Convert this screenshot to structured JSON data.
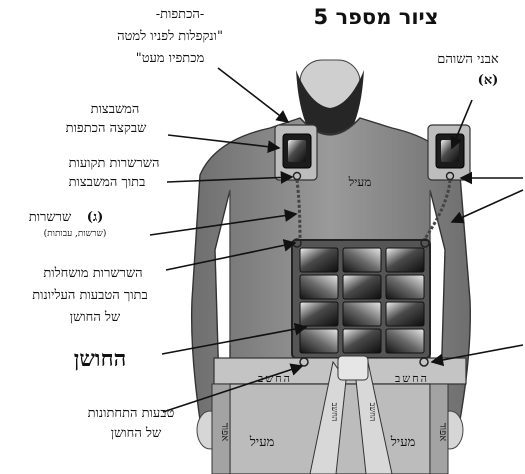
{
  "title": "ציור מספר 5",
  "labels": {
    "shoulders_title": "-הכתפות-",
    "shoulders_line1": "\"ונקפלות לפניו למטה",
    "shoulders_line2": "מכתפיו מעט\"",
    "settings_line1": "המשבצות",
    "settings_line2": "שבקצה הכתפות",
    "chains_fixed_line1": "השרשרות תקועות",
    "chains_fixed_line2": "בתוך המשבצות",
    "chains_letter": "(ג)",
    "chains_word": "שרשרות",
    "chains_sub": "(שרשות, עבותות)",
    "inserted_line1": "השרשרות מושחלות",
    "inserted_line2": "בתוך הטבעות העליונות",
    "inserted_line3": "של החושן",
    "hoshen": "החושן",
    "lower_rings_line1": "טבעות התחתונות",
    "lower_rings_line2": "של החושן",
    "onyx_line1": "אבני השוהם",
    "onyx_letter": "(א)"
  },
  "figure_text": {
    "meil_chest": "מעיל",
    "meil_left": "מעיל",
    "meil_right": "מעיל",
    "cheshev_left": "החשב",
    "cheshev_right": "החשב",
    "efod_left": "אפוד",
    "efod_right": "אפוד",
    "sash_1": "החשב",
    "sash_2": "החשב"
  },
  "colors": {
    "robe": "#8a8a8a",
    "robe_dark": "#5e5e5e",
    "skin": "#c9c9c9",
    "beard": "#2a2a2a",
    "apron": "#b8b8b8",
    "stone_frame": "#3a3a3a"
  },
  "icons": [
    "arrow-icon",
    "onyx-stone-icon",
    "breastplate-stone-icon"
  ]
}
